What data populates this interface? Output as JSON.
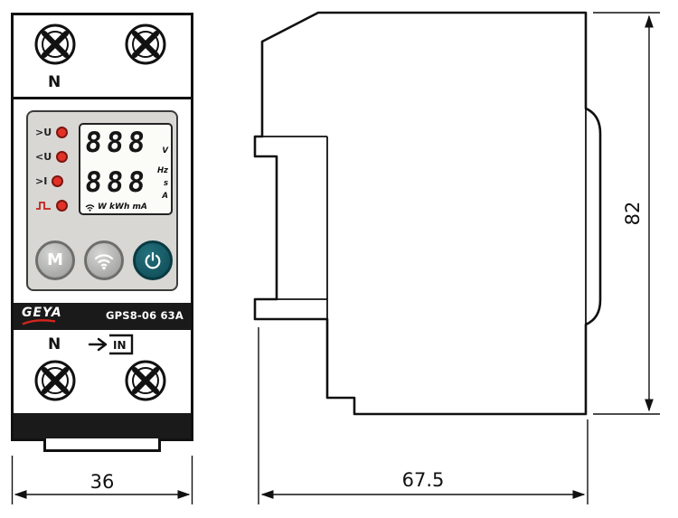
{
  "front_view": {
    "top_terminal_label": "N",
    "display": {
      "led1_label": ">U",
      "led2_label": "<U",
      "led3_label": ">I",
      "lcd_row1": "888",
      "lcd_row2": "888",
      "unit_v": "V",
      "unit_hz": "Hz",
      "unit_s": "s",
      "unit_a": "A",
      "bottom_units": "W kWh mA"
    },
    "mode_button_label": "M",
    "brand": "GEYA",
    "model": "GPS8-06 63A",
    "bottom_terminal_label": "N",
    "in_label": "IN"
  },
  "dimensions": {
    "front_width_mm": "36",
    "side_depth_mm": "67.5",
    "side_height_mm": "82"
  },
  "colors": {
    "line": "#111111",
    "led_red": "#e23228",
    "button_teal": "#11535e",
    "band_dark": "#1a1a1a",
    "panel_gray": "#d8d7d3",
    "brand_red": "#d6251d"
  }
}
